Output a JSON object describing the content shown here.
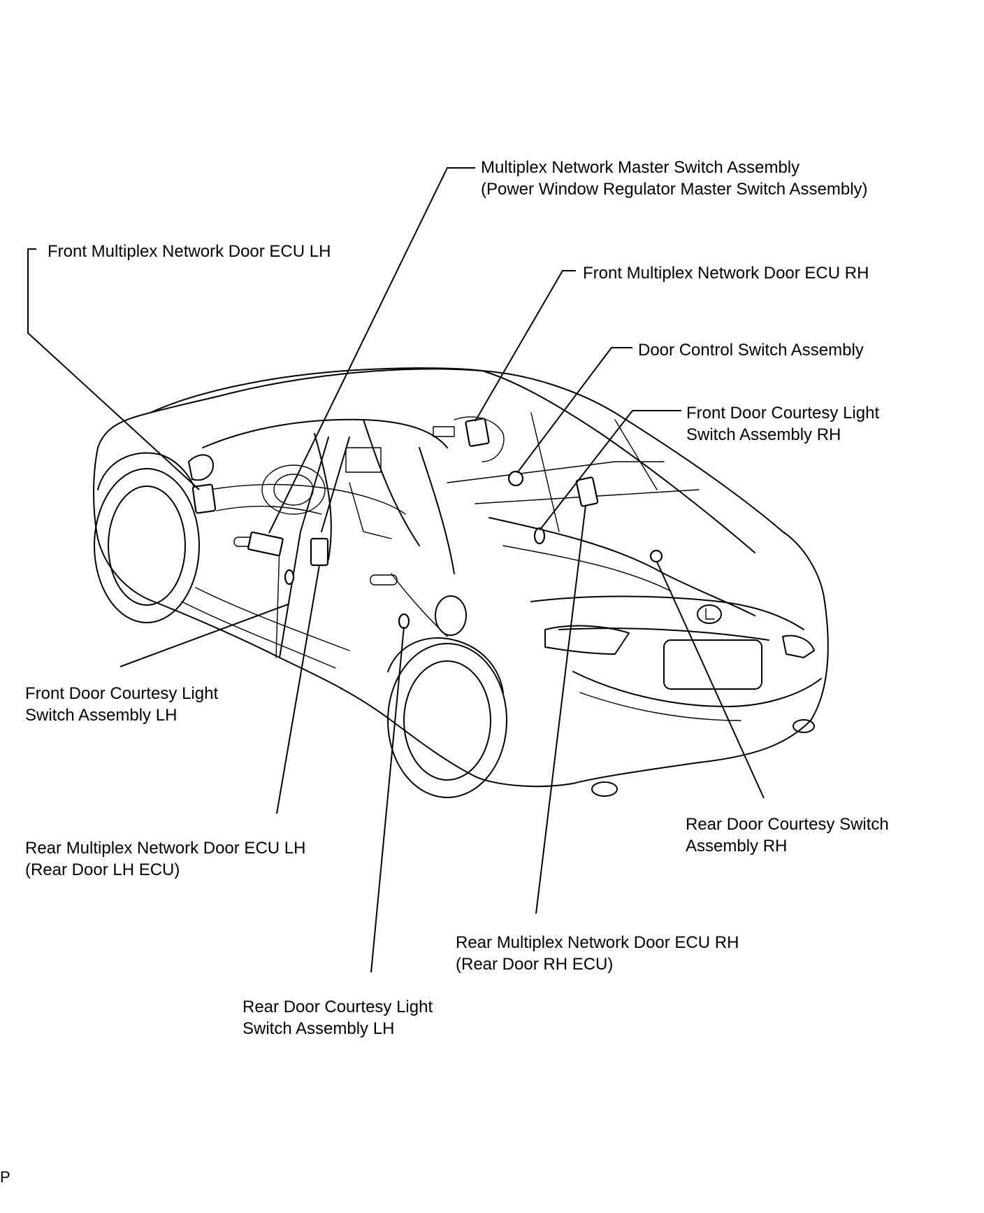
{
  "labels": {
    "master_switch": [
      "Multiplex Network Master Switch Assembly",
      "(Power Window Regulator Master Switch Assembly)"
    ],
    "front_ecu_lh": [
      "Front Multiplex Network Door ECU LH"
    ],
    "front_ecu_rh": [
      "Front Multiplex Network Door ECU RH"
    ],
    "door_control_switch": [
      "Door Control Switch Assembly"
    ],
    "front_courtesy_rh": [
      "Front Door Courtesy Light",
      "Switch Assembly RH"
    ],
    "front_courtesy_lh": [
      "Front Door Courtesy Light",
      "Switch Assembly LH"
    ],
    "rear_ecu_lh": [
      "Rear Multiplex Network Door ECU LH",
      "(Rear Door LH ECU)"
    ],
    "rear_courtesy_rh": [
      "Rear Door Courtesy Switch",
      "Assembly RH"
    ],
    "rear_ecu_rh": [
      "Rear Multiplex Network Door ECU RH",
      "(Rear Door RH ECU)"
    ],
    "rear_courtesy_lh": [
      "Rear Door Courtesy Light",
      "Switch Assembly LH"
    ]
  },
  "corner_code": "P"
}
